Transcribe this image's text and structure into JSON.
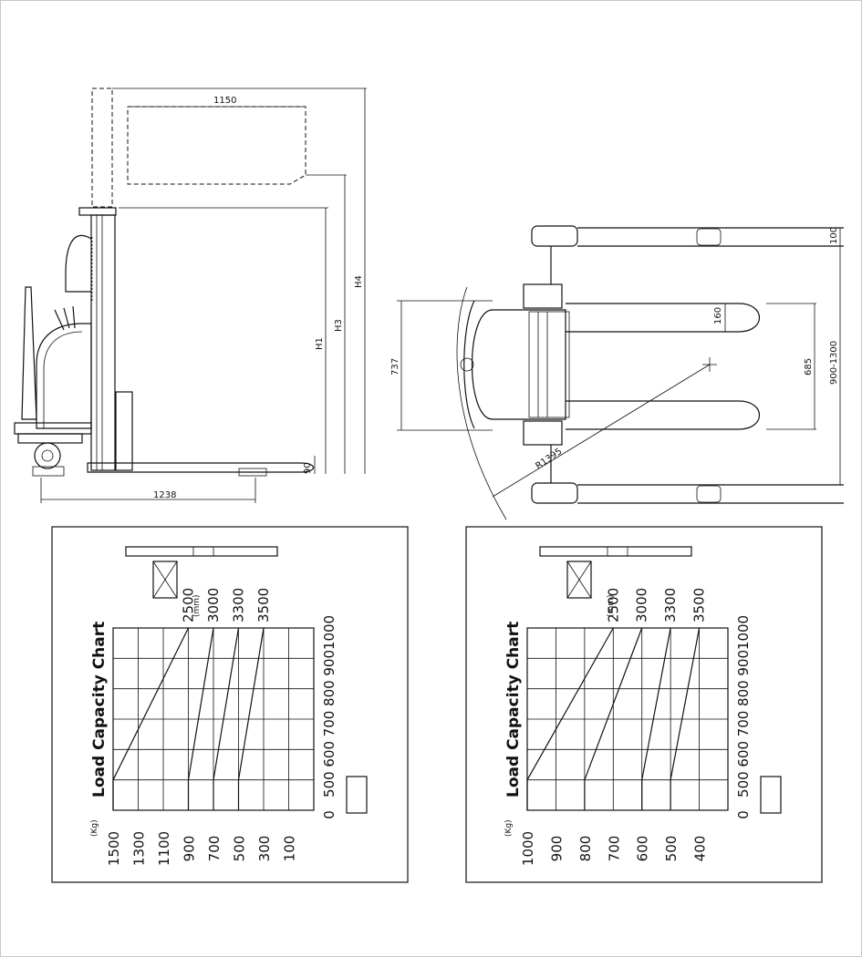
{
  "side_view": {
    "dim_fork_length": "1150",
    "dim_overall_length": "1238",
    "dim_lowered_height": "90",
    "label_h1": "H1",
    "label_h3": "H3",
    "label_h4": "H4"
  },
  "top_view": {
    "dim_width": "737",
    "dim_fork_width": "160",
    "dim_fork_spread": "685",
    "dim_outrigger_width": "100",
    "dim_outrigger_span": "900-1300",
    "dim_turning_radius": "R1395"
  },
  "chart_data": [
    {
      "type": "line",
      "title": "Load Capacity Chart",
      "x_label": "(mm)",
      "x_ticks": [
        "0",
        "500",
        "600",
        "700",
        "800",
        "900",
        "1000"
      ],
      "y_label": "(Kg)",
      "y_ticks": [
        "1500",
        "1300",
        "1100",
        "900",
        "700",
        "500",
        "300",
        "100"
      ],
      "series": [
        {
          "name": "2500",
          "x": [
            0,
            500,
            1000
          ],
          "y": [
            1500,
            1500,
            900
          ]
        },
        {
          "name": "3000",
          "x": [
            0,
            500,
            1000
          ],
          "y": [
            900,
            900,
            700
          ]
        },
        {
          "name": "3300",
          "x": [
            0,
            500,
            1000
          ],
          "y": [
            700,
            700,
            500
          ]
        },
        {
          "name": "3500",
          "x": [
            0,
            500,
            1000
          ],
          "y": [
            500,
            500,
            300
          ]
        }
      ]
    },
    {
      "type": "line",
      "title": "Load Capacity Chart",
      "x_label": "(mm)",
      "x_ticks": [
        "0",
        "500",
        "600",
        "700",
        "800",
        "900",
        "1000"
      ],
      "y_label": "(Kg)",
      "y_ticks": [
        "1000",
        "900",
        "800",
        "700",
        "600",
        "500",
        "400"
      ],
      "series": [
        {
          "name": "2500",
          "x": [
            0,
            500,
            1000
          ],
          "y": [
            1000,
            1000,
            700
          ]
        },
        {
          "name": "3000",
          "x": [
            0,
            500,
            1000
          ],
          "y": [
            800,
            800,
            600
          ]
        },
        {
          "name": "3300",
          "x": [
            0,
            500,
            1000
          ],
          "y": [
            600,
            600,
            500
          ]
        },
        {
          "name": "3500",
          "x": [
            0,
            500,
            1000
          ],
          "y": [
            500,
            500,
            400
          ]
        }
      ]
    }
  ]
}
